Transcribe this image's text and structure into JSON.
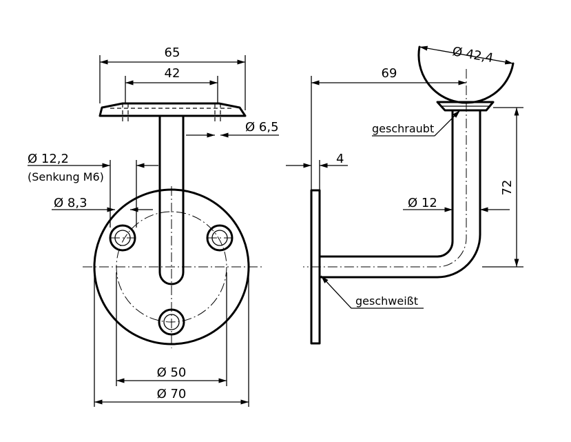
{
  "dimensions": {
    "plate_width": "65",
    "hole_spacing": "42",
    "plate_hole_dia": "Ø 6,5",
    "countersink_dia": "Ø 12,2",
    "countersink_note": "(Senkung M6)",
    "hole_dia": "Ø 8,3",
    "bolt_circle_dia": "Ø 50",
    "flange_dia": "Ø 70",
    "projection": "69",
    "saddle_dia": "Ø 42,4",
    "flange_thickness": "4",
    "bar_dia": "Ø 12",
    "height": "72"
  },
  "notes": {
    "screwed": "geschraubt",
    "welded": "geschweißt"
  }
}
